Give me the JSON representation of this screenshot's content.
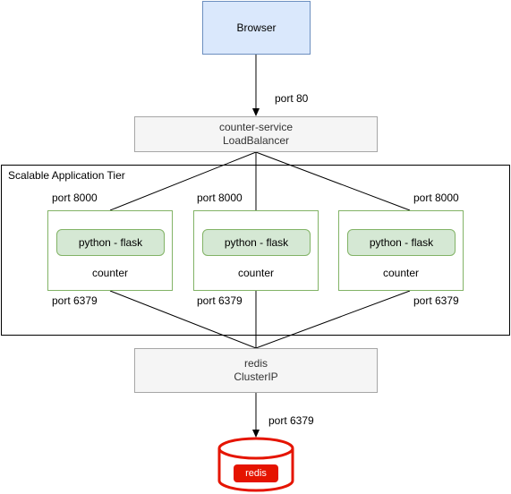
{
  "nodes": {
    "browser": "Browser",
    "service_name": "counter-service",
    "service_type": "LoadBalancer",
    "redis_name": "redis",
    "redis_type": "ClusterIP",
    "tier_label": "Scalable Application Tier",
    "pods": [
      {
        "app": "python - flask",
        "label": "counter",
        "port_in": "port 8000",
        "port_out": "port 6379"
      },
      {
        "app": "python - flask",
        "label": "counter",
        "port_in": "port 8000",
        "port_out": "port 6379"
      },
      {
        "app": "python - flask",
        "label": "counter",
        "port_in": "port 8000",
        "port_out": "port 6379"
      }
    ],
    "database_label": "redis"
  },
  "edges": {
    "browser_to_service": "port 80",
    "service_to_db": "port 6379"
  },
  "colors": {
    "browser_fill": "#dae8fc",
    "browser_stroke": "#6c8ebf",
    "service_fill": "#f5f5f5",
    "pod_stroke": "#82b366",
    "flask_fill": "#d5e8d4",
    "db_color": "#e51400"
  }
}
